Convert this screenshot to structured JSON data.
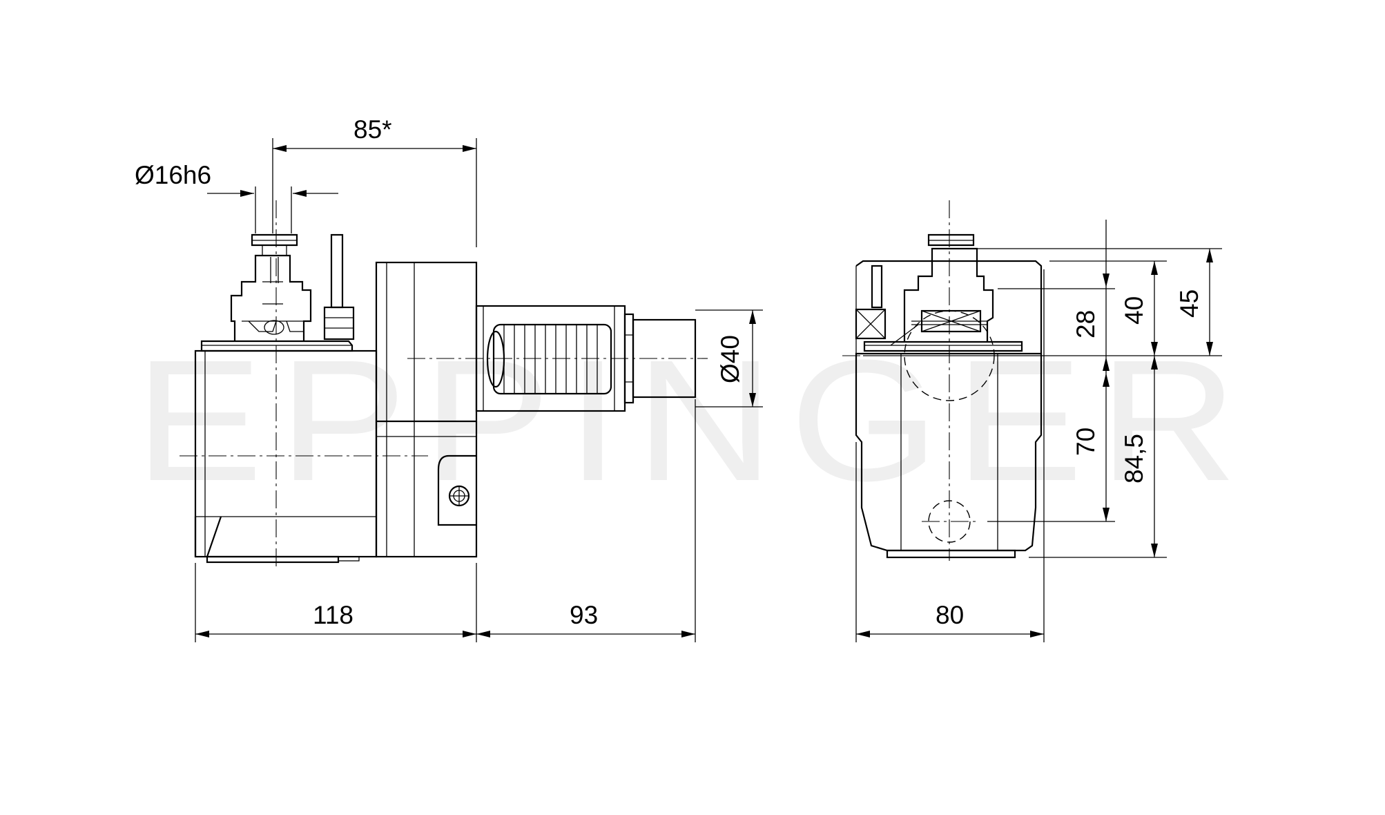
{
  "watermark": {
    "brand": "EPPINGER"
  },
  "dimensions": {
    "shank_diameter": "Ø16h6",
    "offset": "85*",
    "body_length": "118",
    "spindle_length": "93",
    "spindle_diameter": "Ø40",
    "body_width": "80",
    "height_28": "28",
    "height_40": "40",
    "height_45": "45",
    "depth_70": "70",
    "depth_84_5": "84,5"
  }
}
